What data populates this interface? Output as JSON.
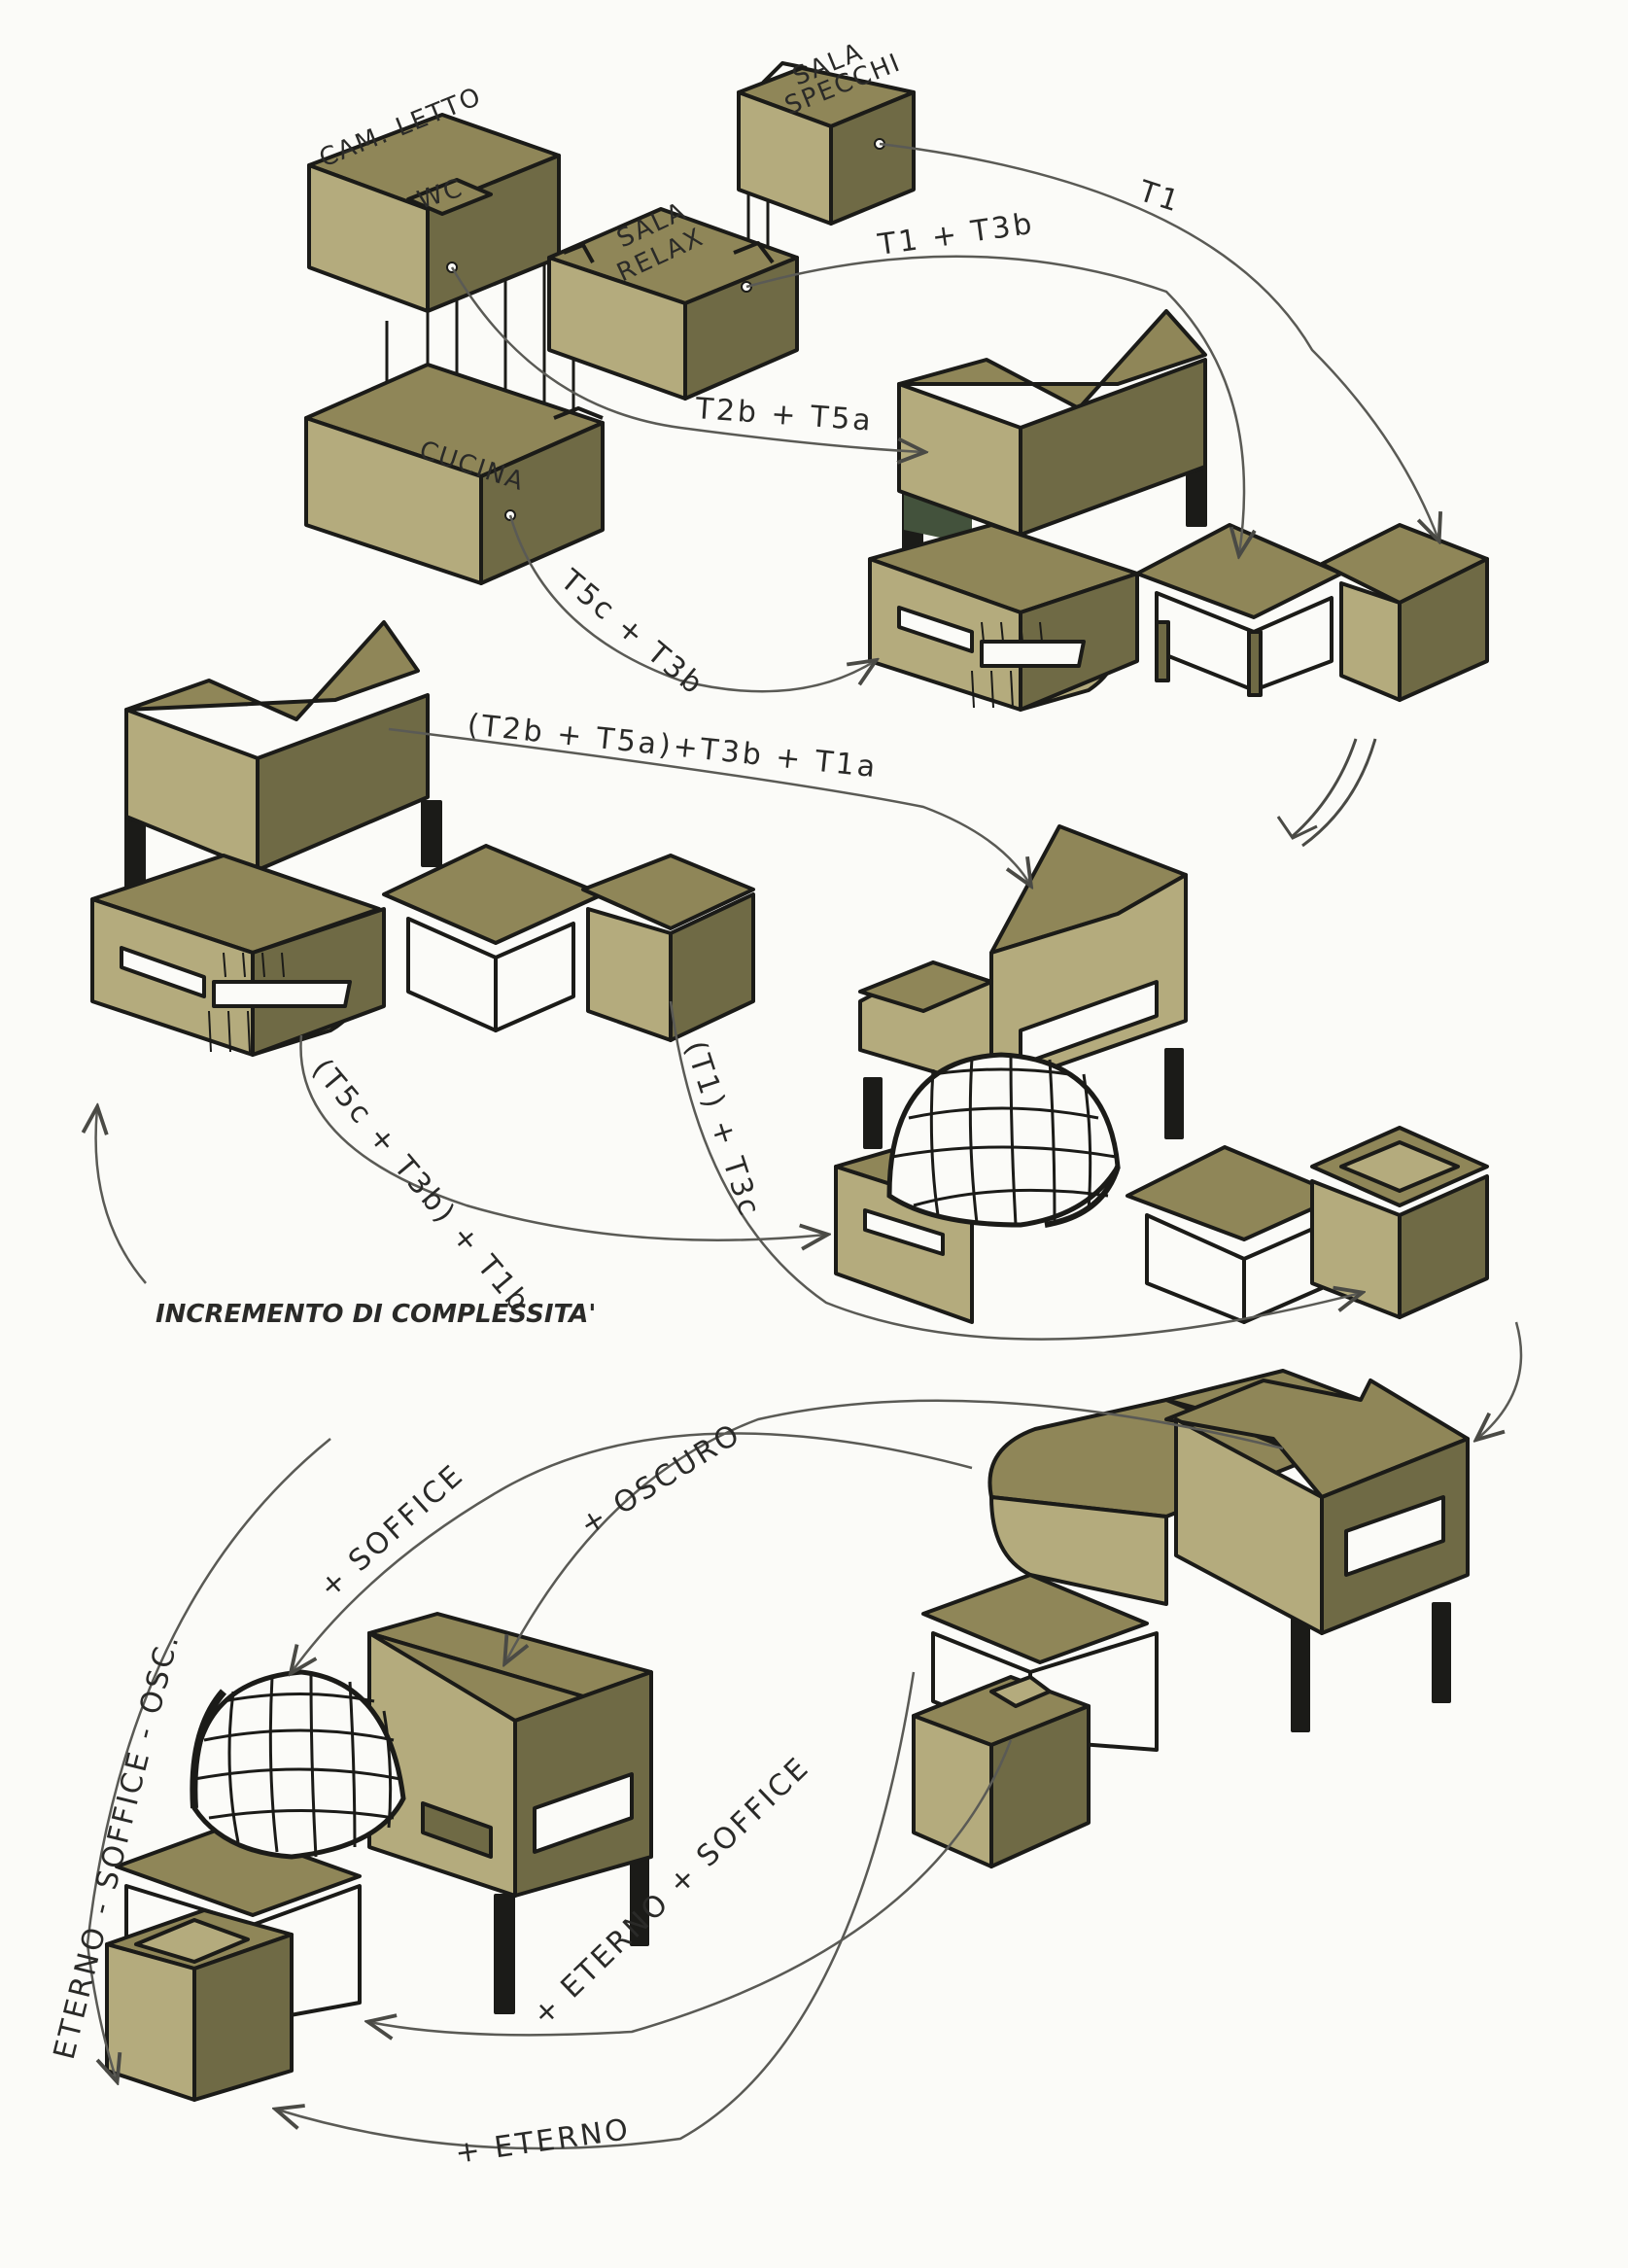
{
  "colors": {
    "paper": "#fbfbf8",
    "top": "#8f8658",
    "left": "#b4ab7d",
    "right": "#6f6a45",
    "ink": "#1b1b18",
    "pencil": "#5a5a55",
    "shadow": "#43523c"
  },
  "room_labels": {
    "camera": "CAM. LETTO",
    "wc": "WC",
    "specchi_1": "SALA",
    "specchi_2": "SPECCHI",
    "relax_1": "SALA",
    "relax_2": "RELAX",
    "cucina": "CUCINA"
  },
  "arrow_labels": {
    "t1": "T1",
    "t1_t3b": "T1 + T3b",
    "t2b_t5a": "T2b + T5a",
    "t5c_t3b": "T5c + T3b",
    "combo_a": "(T2b + T5a)+T3b + T1a",
    "combo_b": "(T5c + T3b) + T1b",
    "combo_c": "(T1) + T3c",
    "soffice": "+ SOFFICE",
    "oscuro": "+ OSCURO",
    "eterno_soffice_osc": "ETERNO - SOFFICE - OSC.",
    "eterno_soffice": "+ ETERNO + SOFFICE",
    "eterno": "+ ETERNO"
  },
  "caption": "INCREMENTO DI COMPLESSITA'"
}
